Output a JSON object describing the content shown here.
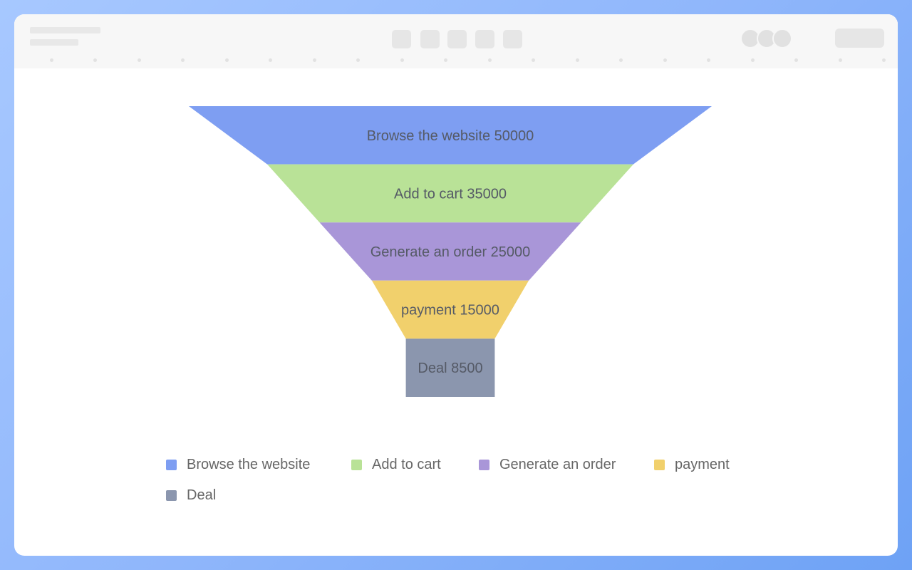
{
  "chart_data": {
    "type": "funnel",
    "title": "",
    "categories": [
      "Browse the website",
      "Add to cart",
      "Generate an order",
      "payment",
      "Deal"
    ],
    "values": [
      50000,
      35000,
      25000,
      15000,
      8500
    ],
    "labels": [
      "Browse the website 50000",
      "Add to cart 35000",
      "Generate an order 25000",
      "payment 15000",
      "Deal 8500"
    ],
    "colors": [
      "#7e9ef2",
      "#b9e297",
      "#a996d8",
      "#f1d06c",
      "#8b96ae"
    ],
    "legend": {
      "placement": "bottom",
      "items": [
        {
          "label": "Browse the website",
          "color": "#7e9ef2"
        },
        {
          "label": "Add to cart",
          "color": "#b9e297"
        },
        {
          "label": "Generate an order",
          "color": "#a996d8"
        },
        {
          "label": "payment",
          "color": "#f1d06c"
        },
        {
          "label": "Deal",
          "color": "#8b96ae"
        }
      ]
    }
  }
}
